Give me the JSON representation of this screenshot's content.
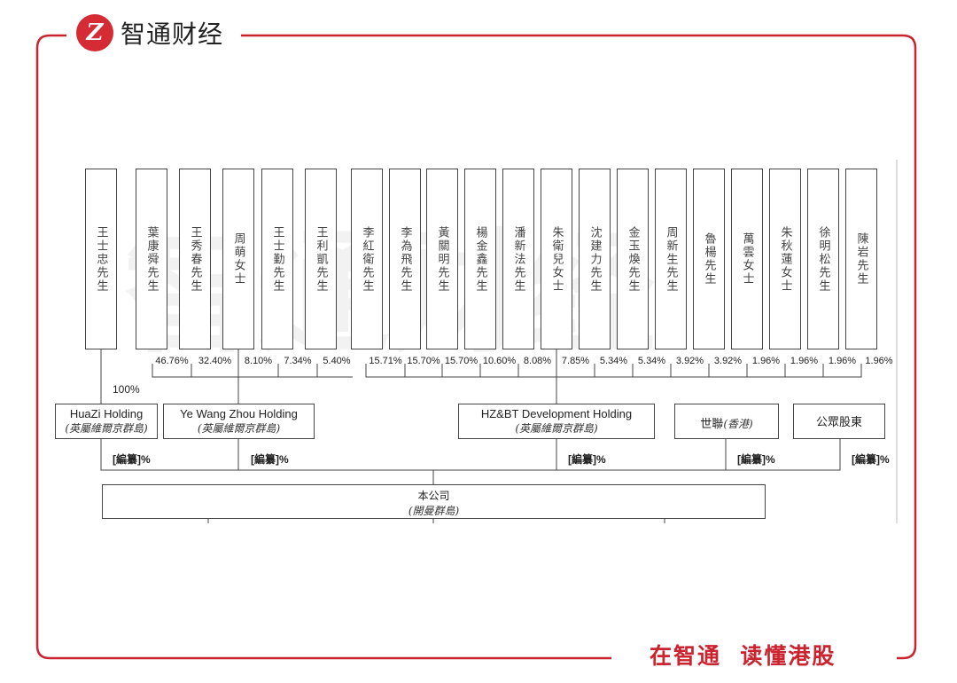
{
  "brand": {
    "name": "智通财经",
    "logo_letter": "Z",
    "slogan": "在智通  读懂港股",
    "color": "#d52b35"
  },
  "watermark": "智通财经",
  "people": [
    "王士忠先生",
    "葉康舜先生",
    "王秀春先生",
    "周萌女士",
    "王士勤先生",
    "王利凱先生",
    "李紅衛先生",
    "李為飛先生",
    "黃關明先生",
    "楊金鑫先生",
    "潘新法先生",
    "朱衛兒女士",
    "沈建力先生",
    "金玉煥先生",
    "周新生先生",
    "魯楊先生",
    "萬雲女士",
    "朱秋蓮女士",
    "徐明松先生",
    "陳岩先生"
  ],
  "ye_wang_zhou_pcts": [
    "46.76%",
    "32.40%",
    "8.10%",
    "7.34%",
    "5.40%"
  ],
  "hzbt_pcts": [
    "15.71%",
    "15.70%",
    "15.70%",
    "10.60%",
    "8.08%",
    "7.85%",
    "5.34%",
    "5.34%",
    "3.92%",
    "3.92%",
    "1.96%",
    "1.96%",
    "1.96%",
    "1.96%"
  ],
  "huazi_pct": "100%",
  "entities": {
    "huazi": {
      "name": "HuaZi Holding",
      "jurisdiction": "(英屬維爾京群島)"
    },
    "ywz": {
      "name": "Ye Wang Zhou Holding",
      "jurisdiction": "(英屬維爾京群島)"
    },
    "hzbt": {
      "name": "HZ&BT Development Holding",
      "jurisdiction": "(英屬維爾京群島)"
    },
    "shilian": {
      "name": "世聯",
      "jurisdiction": "(香港)"
    },
    "public": {
      "name": "公眾股東"
    },
    "company": {
      "name": "本公司",
      "jurisdiction": "(開曼群島)"
    }
  },
  "redacted_pct": "[編纂]%"
}
